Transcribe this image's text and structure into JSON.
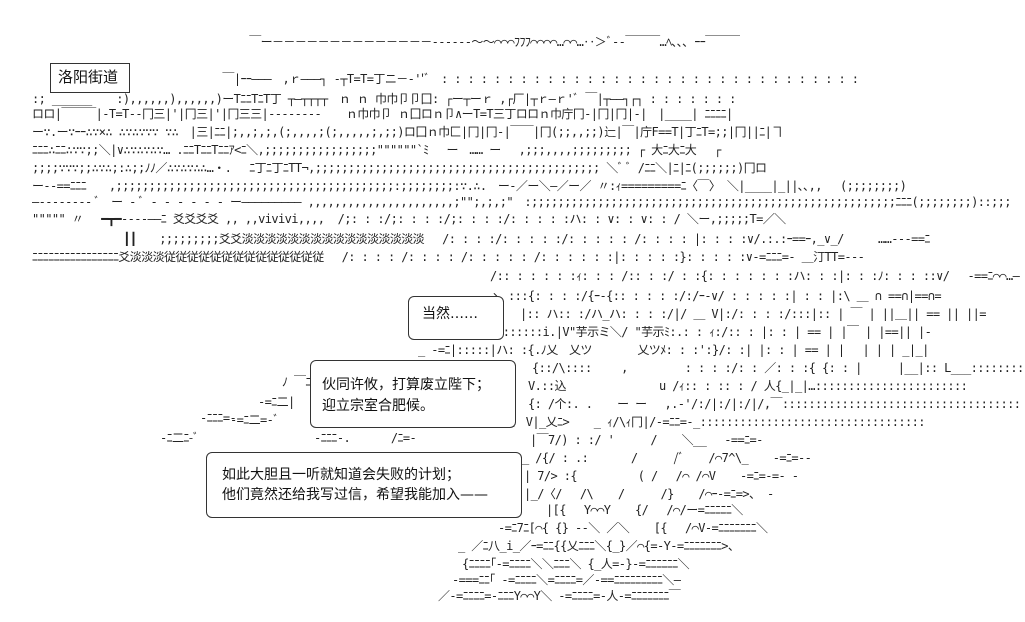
{
  "title_label": "洛阳街道",
  "ascii_rows": [
    "　　　　　　　　　 ￣ー－－－－－－－－－－－－－－‐‐‐‐‐‐～～⌒⌒⌒ﾌﾌﾌ⌒⌒⌒⌒…⌒⌒…‥＞ﾞ‐‐￣￣￣…ﾍ､､､ ｰｰ￣￣￣",
    "　　　　　　　 ￣|ｰｰ―――　,ｒ―――┐ -┬T=T=丁ニ－-''ﾞ　: : : : : : : : : : : : : : : : : : : : : : : : : : : : : : : :",
    ":; ______　  :),,,,,,),,,,,,)ーTﾆﾆTﾆT丁 ┬―┬┬┬┬　ｎ ｎ 巾巾卩卩囗: ┌ー┬ーｒ ,┌厂|┬ｒ―ｒ'ﾞ ￣|┬――┐┌┐ : : : : : : :",
    "ロロ|￣￣￣|-T=T--冂三|'|冂三|'|冂三三|‐‐‐‐‐‐‐‐ 　 ｎ巾巾卩 ｎ囗ロｎ卩∧ーT=T三丁ロロｎ巾庁冂‐|冂|冂|‐|　|____| ﾆﾆﾆﾆ|",
    "ー∵.ー∵ｰｰ∴∵×∴ ∴∵∴∵∵∵ ∵∴　|三|ﾆﾆ|;,,;,;,(;,,,,;(;,,,,,;,;;)ロ囗ｎ巾匚|冂|冂‐|￣￣|冂(;;,,;;)辷|￣|庁F==T|丁ﾆT=;;|冂||ﾆ|ヿ",
    "ﾆﾆﾆ∴ﾆﾆ∴∵∵;;＼|∨∴∵∴∵∴∵… .ﾆﾆTﾆﾆTﾆﾆｱ<ﾆ＼,;;;;;;;;;;;;;;;;;\"\"\"\"\"\"`ﾐ　 ー　…… ー　 ,;;;,,,,;;;;;;;;; ┌ 大ﾆ大ﾆ大　 ┌",
    ";;;;∵∵∵;;∴∵∴;:∴;;ﾉﾉ／∴∵∴∵∴∴…・.　 ﾆ丁ﾆ丁ﾆTT¬,;;;;;;;;;;;;;;;;;;;;;;;;;;;;;;;;;;;;;;;;;;; ＼ﾞ ﾞ /ﾆﾆ＼|ﾆ|ﾆ(;;;;;;)冂ロ",
    "ー‐‐==ﾆﾆﾆ　　,;;;;;;;;;;;;;;;;;;;;;;;;;;;;;;;;;;;;;;;;;;:;;;;;;;;:∵.∴.　ー‐／ー＼―／ー／ 〃:ｨ=========ﾆ〈￣〉 ＼|____|_||､､,,　 (;;;;;;;;)",
    "―‐‐‐‐‐‐‐‐ ﾞ　ー ‐ ﾞ ‐ ‐ ‐ ‐ ‐ ‐ ー――――――――― ,,,,,,,,,,,,,,,,,,,,,,;\"\";,;,;\"　:;;;;;;;;;;;;;;;;;;;;;;;;;;;;;;;;;;;;;;;;;;;;;;;;;;;;;;;ﾆﾆﾆ(;;;;;;;;)::;;;",
    "\"\"\"\"\" 〃 　━┳━‐‐‐‐――ﾆ 爻爻爻爻 ,, ,,vivivi,,,,  /;: : :/;: : : :/;: : : :/: : : : :ハ: : ∨: : ∨: : / ＼ー,;;;;;T=／＼",
    "　　　　　　　　┃┃　　;;;;;;;;;爻爻淡淡淡淡淡淡淡淡淡淡淡淡淡淡淡淡　 /: : : :/: : : : :/: : : : : /: : : : |: : : :∨/.:.:ｰ==ｰ,_∨_/　　　……‐‐‐==ﾆ",
    "ﾆﾆﾆﾆﾆﾆﾆﾆﾆﾆﾆﾆﾆﾆﾆﾆ爻淡淡淡従従従従従従従従従従従従従従　 /: : : : /: : : : /: : : : : /: : : : : :|: : : : :}: : : : :∨-=ﾆﾆﾆ=- ＿汀TT=‐‐‐"
  ],
  "figure_rows": [
    "/:: : : : : :ｨ: : : /:: : :/ : :{: : : : : : :ハ: : :|: : :ﾉ: : : ::∨/ 　‐==ﾆ⌒⌒…―",
    "ヽ :::{: : : :/{ｰ‐{:: : : : :/:/ｰ‐∨/ : : : : :| : : |:\\ ＿ ∩ ==∩|==∩=",
    "|:: ハ:: :/ハ_ハ: : : :/|/ ＿ V|:/: : : :/:::|:: | ￣ | ||＿|| == || ||=",
    "ﾉ｜::::::i.|V\"芋示ミ＼/ \"芋示ﾐ:.: : ｨ:/:: : |: : | == | |￣ | |==|| |-",
    "_ -=ﾆ|:::::|ハ: :{.ﾉ乂　乂ツ　　　　乂ツﾒ: : :':}/: :| |: : | == | | 　| | | _|_|",
    "ヽ 　 {::/\\:::: 　　,　　　　　: : : :/: : ／: : :{ {: : | 　　 |__|:: L___:::::::::::::",
    "|　V.::込 　 　　　　　　u /ｨ:: : :: : / 人{_|_|…:::::::::::::::::::::::",
    "|　{: /个:. . 　 ー ー　 ,.-'/:/|:/|:/|/,￣::::::::::::::::::::::::::::::::::::",
    "乂　V|_乂ﾆ> 　 _ ｨ/\\ｨ冂|/-=ﾆﾆ=-_::::::::::::::::::::::::::::::::::",
    "|￣7/) : :/ ' 　　 / 　 ＼__　 -==ﾆ=-",
    "_ /{/ : .: 　 　 / 　　 /ﾞ 　 /⌒7^\\_ 　 -=ﾆ=-‐",
    "| 7/> :{ 　 　 　 ( / 　/⌒ /⌒V 　 -=ﾆ=-=‐ ‐",
    "|_/〈/ 　/\\ 　 / 　　 /} 　 /⌒ｰ-=ﾆ=>、 -",
    "|[{　 Y⌒⌒Y 　 {/ 　/⌒/ー=ﾆﾆﾆﾆﾆ＼",
    "-=ﾆ7ﾆ[⌒{ {} ‐‐＼ ／＼ 　 [{ 　/⌒V-=ﾆﾆﾆﾆﾆﾆﾆ＼",
    "_ ／ﾆ八_i_／ｰ=ﾆﾆ{{乂ﾆﾆﾆ＼{_}／⌒{=-Y-=ﾆﾆﾆﾆﾆﾆﾆ>、",
    "{ﾆﾆﾆﾆ｢-=ﾆﾆﾆﾆ＼＼ﾆﾆﾆ＼ {_人=-}-=ﾆﾆﾆﾆﾆﾆ＼",
    "-===ﾆﾆ｢ -=ﾆﾆﾆﾆ＼=ﾆﾆﾆﾆ=／-==ﾆﾆﾆﾆﾆﾆﾆﾆﾆ＼―",
    "／-=ﾆﾆﾆﾆ=-ﾆﾆﾆY⌒⌒Y＼ -=ﾆﾆﾆﾆ=-人-=ﾆﾆﾆﾆﾆﾆﾆ￣"
  ],
  "left_deco_rows": [
    "ﾉ ￣ﾆ=‐",
    "-=ﾆ二|",
    "-=ﾆ二=-ﾞ",
    "-ﾆﾆﾆ=-",
    "-ﾆ二ﾆ-ﾞ",
    "-ﾆﾆﾆ-.　　　 /ﾆ=-"
  ],
  "bubble_small": {
    "line1": "当然……"
  },
  "bubble_middle": {
    "line1": "伙同许攸，打算废立陛下；",
    "line2": "迎立宗室合肥候。"
  },
  "bubble_large": {
    "line1": "如此大胆且一听就知道会失败的计划；",
    "line2": "他们竟然还给我写过信，希望我能加入——"
  }
}
